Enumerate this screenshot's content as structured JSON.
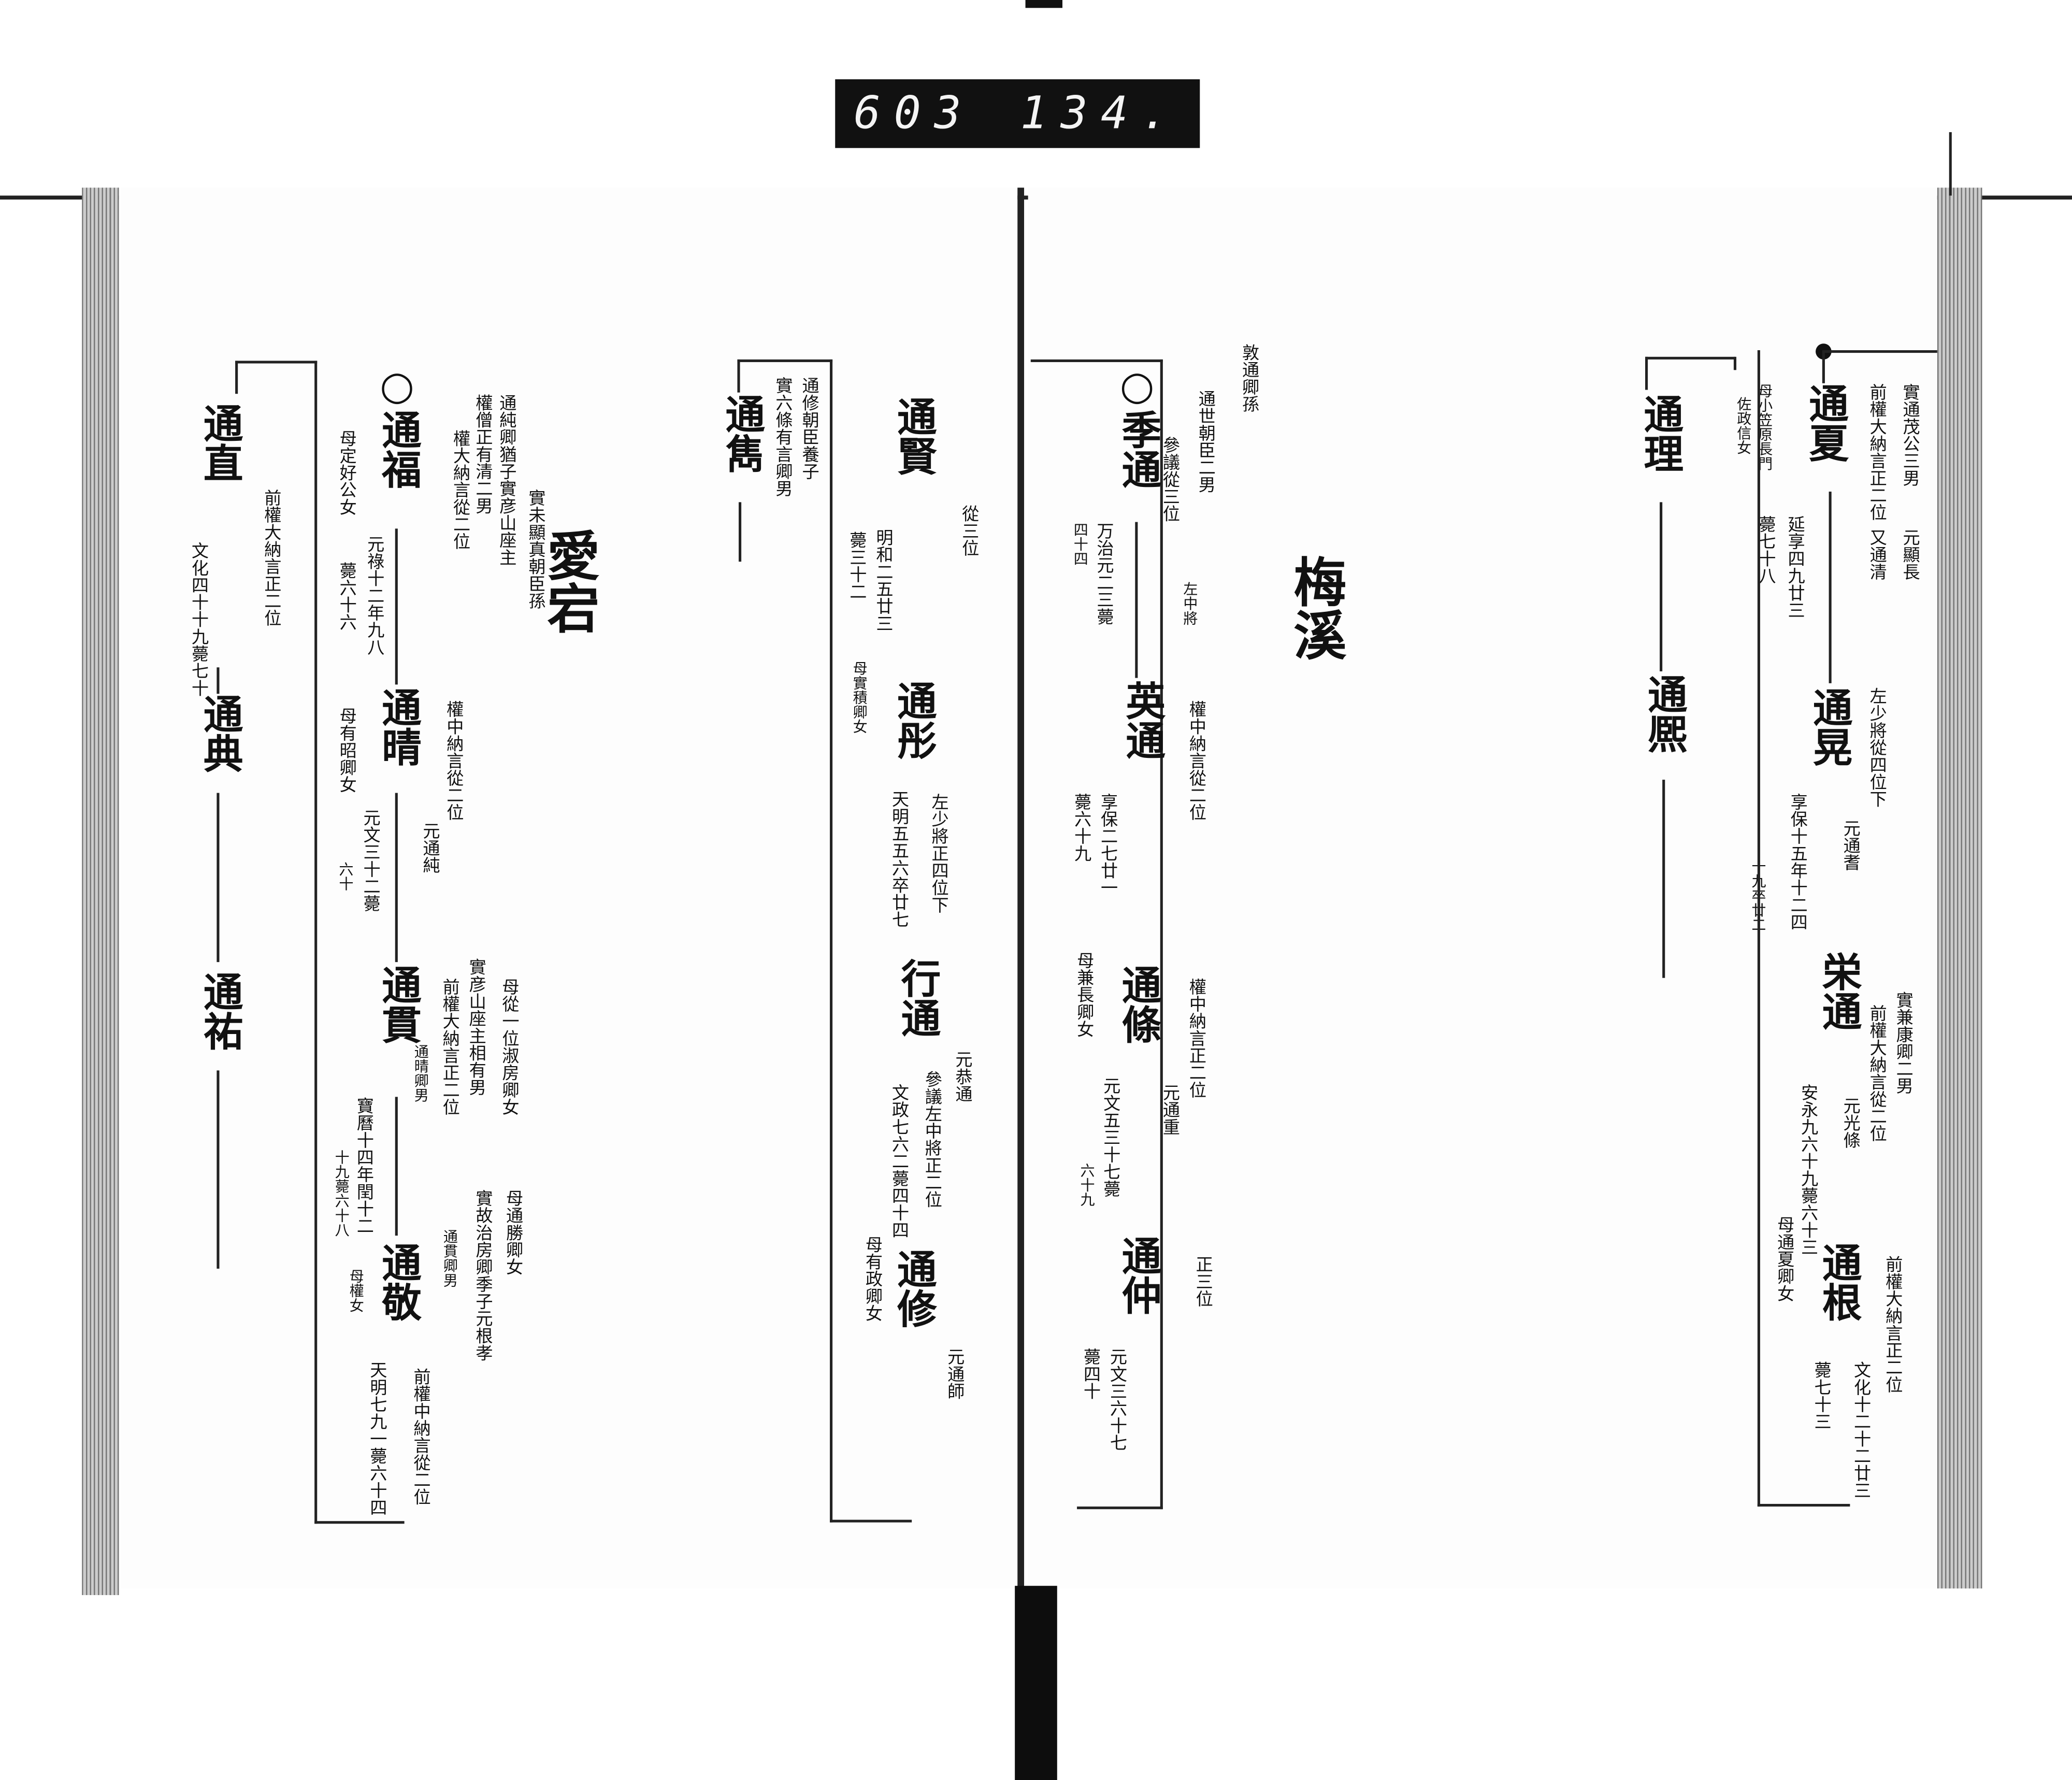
{
  "label": {
    "left_number": "603",
    "right_number": "134."
  },
  "atago": {
    "title": "愛宕",
    "fukusho_note1": "實未顯真朝臣孫",
    "fukusho_note2": "通純卿猶子實彦山座主",
    "fukusho_note3": "權僧正有清二男",
    "fukusho_rank": "權大納言從二位",
    "michifuku": "○通福",
    "michifuku_death": "元祿十二年九八",
    "michifuku_age": "薨六十六",
    "michifuku_mother": "母定好公女",
    "michiharu": "通晴",
    "michiharu_rank": "權中納言從二位",
    "michiharu_former": "元通純",
    "michiharu_death": "元文三十二薨",
    "michiharu_age": "六十",
    "michiharu_mother": "母有昭卿女",
    "michitsura": "通貫",
    "michitsura_mother": "母從一位淑房卿女",
    "michitsura_note": "實彦山座主相有男",
    "michitsura_rank": "前權大納言正二位",
    "michitsura_father": "通晴卿男",
    "michitsura_death": "寶曆十四年閏十二",
    "michitsura_age": "十九薨六十八",
    "michitaka": "通敬",
    "michitaka_mother": "母通勝卿女",
    "michitaka_note": "實故治房卿季子元根孝",
    "michitaka_father": "通貫卿男",
    "michitaka_mother2": "母權女",
    "michitaka_rank": "前權中納言從二位",
    "michitaka_death": "天明七九一薨六十四",
    "michinao": "通直",
    "michinao_rank": "前權大納言正二位",
    "michinao_death": "文化四十十九薨七十",
    "michinori": "通典",
    "michisuke": "通祐"
  },
  "middle": {
    "michitoshi_note1": "通修朝臣養子",
    "michitoshi_note2": "實六條有言卿男",
    "michitoshi": "通雋",
    "michikata": "通賢",
    "michikata_rank": "從三位",
    "michikata_death": "明和二五廿三",
    "michikata_age": "薨三十二",
    "michikata_mother": "母實積卿女",
    "michihiko": "通彤",
    "michihiko_rank": "左少將正四位下",
    "michihiko_death": "天明五五六卒廿七",
    "yukimichi": "行通",
    "yukimichi_former": "元恭通",
    "yukimichi_rank": "參議左中將正二位",
    "yukimichi_death": "文政七六二薨四十四",
    "yukimichi_mother": "母有政卿女",
    "michinaga": "通修",
    "michinaga_former": "元通師"
  },
  "umetani": {
    "title": "梅溪",
    "suemichi_note1": "敦通卿孫",
    "suemichi_note2": "通世朝臣二男",
    "suemichi_rank": "參議從三位",
    "suemichi_office": "左中將",
    "suemichi": "○季通",
    "suemichi_death": "万治元二三薨",
    "suemichi_age": "四十四",
    "hidemichi": "英通",
    "hidemichi_rank": "權中納言從二位",
    "hidemichi_death": "享保二七廿一",
    "hidemichi_age": "薨六十九",
    "hidemichi_mother": "母兼長卿女",
    "michieda": "通條",
    "michieda_rank": "權中納言正二位",
    "michieda_former": "元通重",
    "michieda_death": "元文五三十七薨",
    "michieda_age": "六十九",
    "michinaka": "通仲",
    "michinaka_rank": "正三位",
    "michinaka_death": "元文三六十七",
    "michinaka_age": "薨四十"
  },
  "right": {
    "michinatsu_note1": "實通茂公三男",
    "michinatsu_former1": "元顯長",
    "michinatsu_rank": "前權大納言正二位",
    "michinatsu_former2": "又通清",
    "michinatsu": "通夏",
    "michinatsu_mother": "母小笠原長門",
    "michinatsu_mother2": "佐政信女",
    "michinatsu_death": "延享四九廿三",
    "michinatsu_age": "薨七十八",
    "michiteru": "通晃",
    "michiteru_rank": "左少將從四位下",
    "michiteru_former": "元通耆",
    "michiteru_death": "享保十五年十二四",
    "michiteru_age": "十九卒廿二",
    "sakaemichi": "栄通",
    "sakaemichi_note": "實兼康卿二男",
    "sakaemichi_rank": "前權大納言從二位",
    "sakaemichi_former": "元光條",
    "sakaemichi_death": "安永九六十九薨六十三",
    "michine": "通根",
    "michine_rank": "前權大納言正二位",
    "michine_death": "文化十二十二廿三",
    "michine_age": "薨七十三",
    "michine_mother": "母通夏卿女",
    "michimasa": "通理",
    "michihiro": "通熈"
  }
}
